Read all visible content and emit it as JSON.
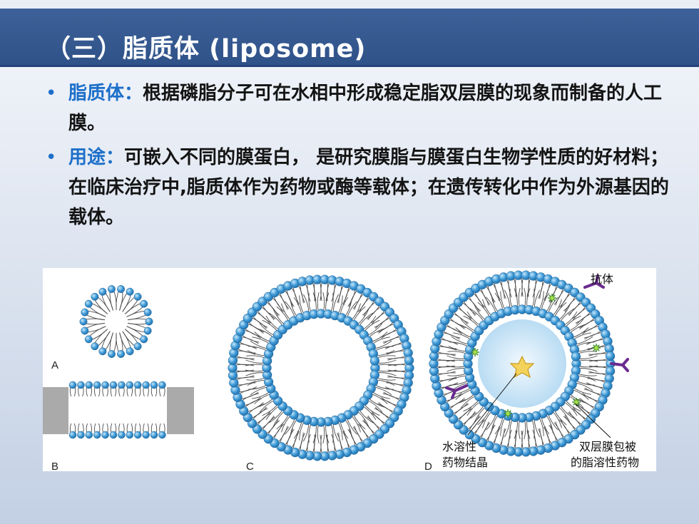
{
  "title": "（三）脂质体 (liposome)",
  "bullets": [
    {
      "term": "脂质体：",
      "text": "根据磷脂分子可在水相中形成稳定脂双层膜的现象而制备的人工膜。"
    },
    {
      "term": "用途：",
      "text": "可嵌入不同的膜蛋白， 是研究膜脂与膜蛋白生物学性质的好材料；在临床治疗中,脂质体作为药物或酶等载体；在遗传转化中作为外源基因的载体。"
    }
  ],
  "figure": {
    "panel_labels": [
      "A",
      "B",
      "C",
      "D"
    ],
    "annotations": {
      "antibody": "抗体",
      "water_soluble_line1": "水溶性",
      "water_soluble_line2": "药物结晶",
      "lipid_soluble_line1": "双层膜包被",
      "lipid_soluble_line2": "的脂溶性药物"
    }
  },
  "colors": {
    "title_bar": "#2f5289",
    "accent_blue": "#1d6fc9",
    "lipid_head": "#3f9ad6",
    "membrane_grey": "#aaaaaa",
    "antibody": "#6a2b8f"
  }
}
